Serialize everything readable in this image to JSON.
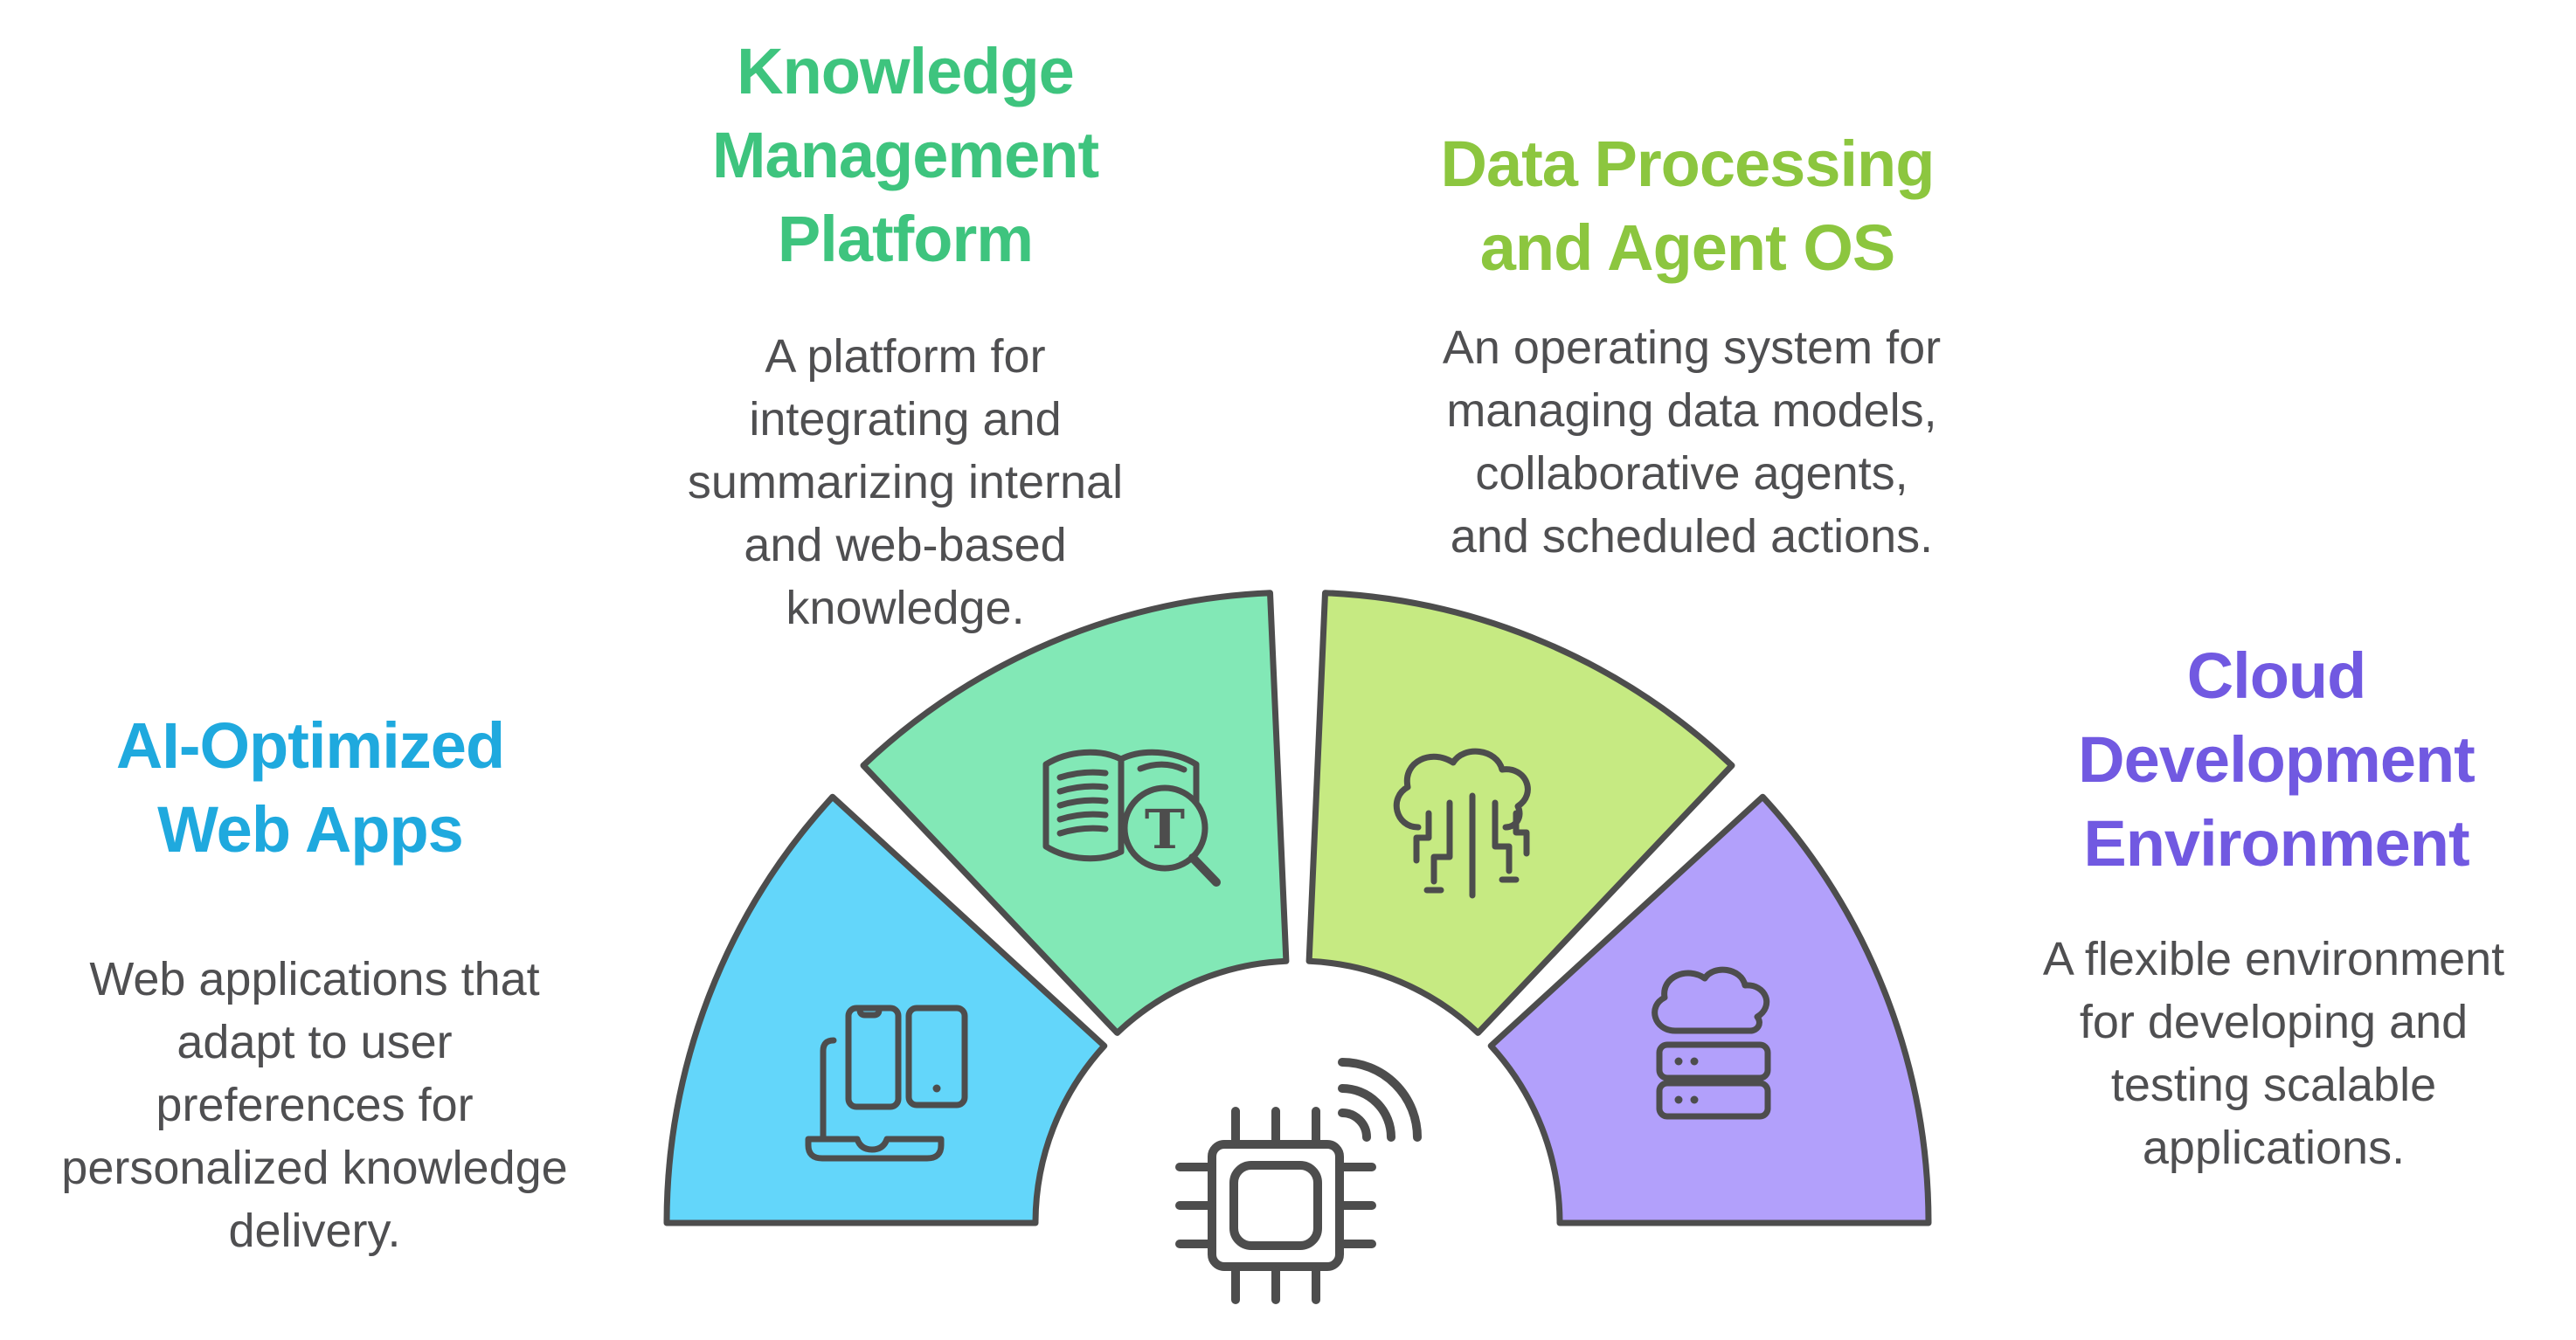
{
  "sections": [
    {
      "id": "ai-web-apps",
      "title": "AI-Optimized\nWeb Apps",
      "description": "Web applications that\nadapt to user\npreferences for\npersonalized knowledge\ndelivery.",
      "title_color": "#1fa9de",
      "segment_fill": "#63d6fa",
      "icon": "devices-icon"
    },
    {
      "id": "knowledge-management",
      "title": "Knowledge\nManagement\nPlatform",
      "description": "A platform for\nintegrating and\nsummarizing internal\nand web-based\nknowledge.",
      "title_color": "#3ec47e",
      "segment_fill": "#82e8b6",
      "icon": "book-search-icon",
      "icon_glyph": "T"
    },
    {
      "id": "data-processing-agent-os",
      "title": "Data Processing\nand Agent OS",
      "description": "An operating system for\nmanaging data models,\ncollaborative agents,\nand scheduled actions.",
      "title_color": "#8cc63f",
      "segment_fill": "#c6ea82",
      "icon": "cloud-circuit-icon"
    },
    {
      "id": "cloud-development",
      "title": "Cloud\nDevelopment\nEnvironment",
      "description": "A flexible environment\nfor developing and\ntesting scalable\napplications.",
      "title_color": "#7159e1",
      "segment_fill": "#b2a0fb",
      "icon": "cloud-server-icon"
    }
  ],
  "center": {
    "icon": "cpu-chip-icon",
    "signal_icon": "wifi-signal-icon"
  },
  "theme": {
    "outline": "#4d4d4d",
    "body_text": "#4f4f51",
    "background": "#ffffff"
  }
}
